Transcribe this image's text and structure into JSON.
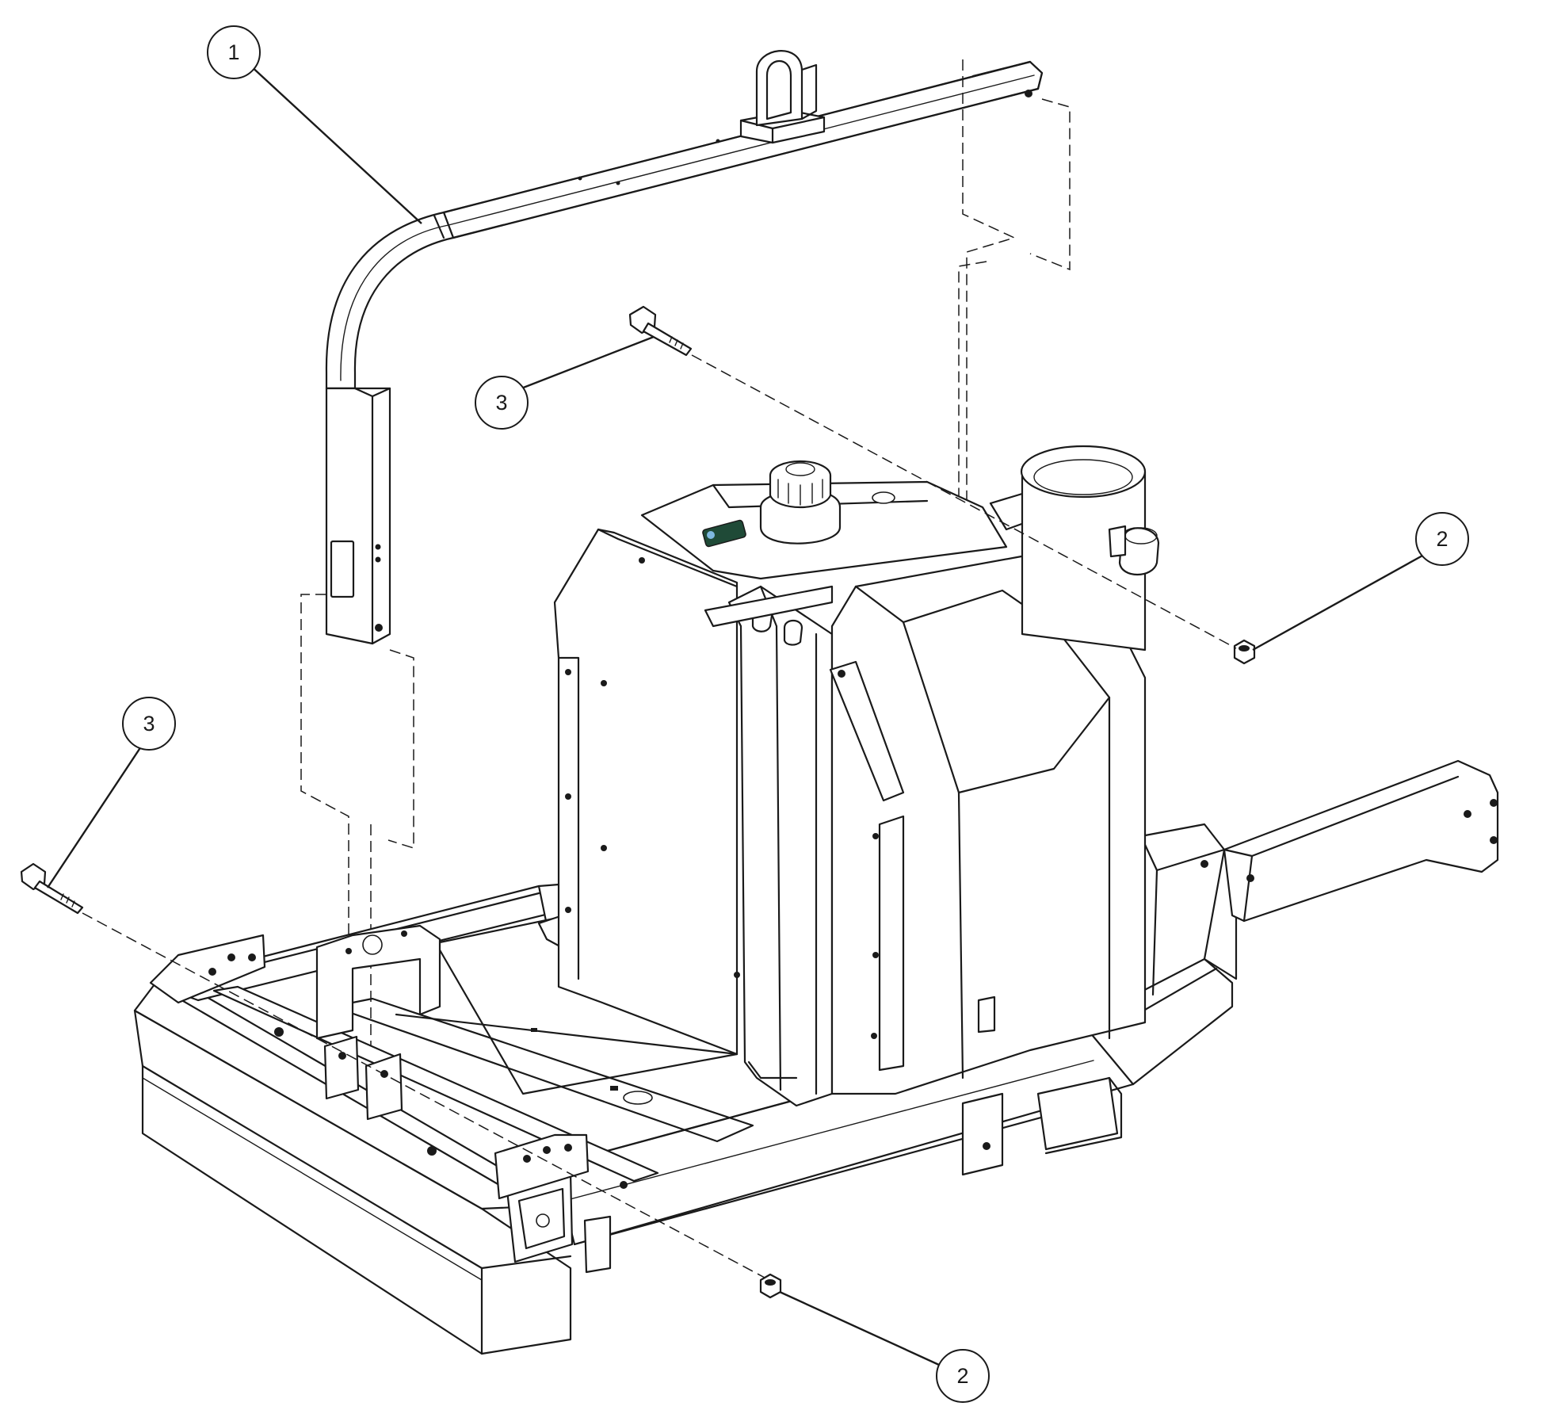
{
  "callouts": [
    {
      "label": "1"
    },
    {
      "label": "3"
    },
    {
      "label": "2"
    },
    {
      "label": "3"
    },
    {
      "label": "2"
    }
  ]
}
